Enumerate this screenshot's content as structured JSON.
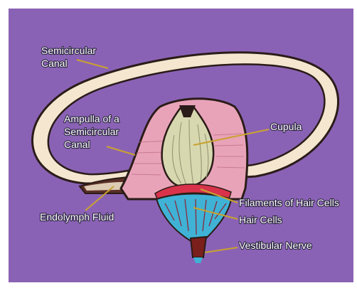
{
  "diagram": {
    "labels": {
      "semicircular_canal_line1": "Semicircular",
      "semicircular_canal_line2": "Canal",
      "ampulla_line1": "Ampulla of a",
      "ampulla_line2": "Semicircular",
      "ampulla_line3": "Canal",
      "cupula": "Cupula",
      "endolymph_fluid": "Endolymph Fluid",
      "filaments_of_hair_cells": "Filaments of Hair Cells",
      "hair_cells": "Hair Cells",
      "vestibular_nerve": "Vestibular Nerve"
    },
    "colors": {
      "background": "#8a62b5",
      "canal_wall": "#f4e6cf",
      "outline": "#2a1c18",
      "ampulla": "#e9a3b8",
      "cupula": "#d8d8b0",
      "hair_cells": "#3fb2d6",
      "filaments": "#d8334a",
      "nerve": "#7a1f1c",
      "label_text": "#ffffff",
      "leader_line": "#c9a230"
    }
  }
}
